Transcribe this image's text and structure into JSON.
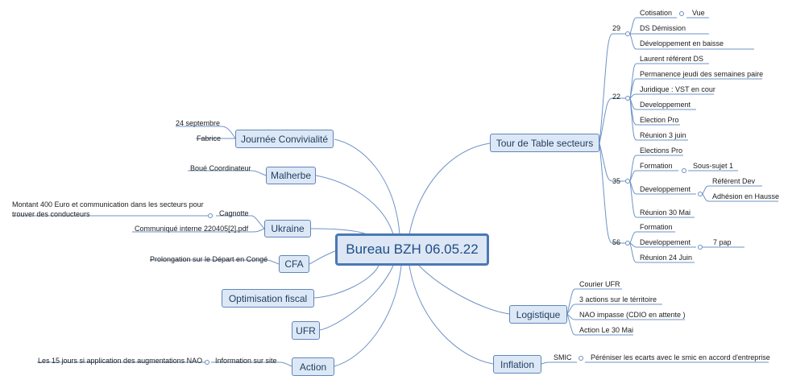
{
  "central": {
    "title": "Bureau BZH 06.05.22"
  },
  "left": {
    "journee": {
      "label": "Journée Convivialité",
      "items": [
        "24 septembre",
        "Fabrice"
      ]
    },
    "malherbe": {
      "label": "Malherbe",
      "items": [
        "Boué Coordinateur"
      ]
    },
    "ukraine": {
      "label": "Ukraine",
      "cagnotte": "Cagnotte",
      "cagnotte_detail": [
        "Montant 400 Euro et communication dans les secteurs pour",
        "trouver des conducteurs"
      ],
      "communique": "Communiqué interne 220405[2].pdf"
    },
    "cfa": {
      "label": "CFA",
      "items": [
        "Prolongation sur le Départ en Congé"
      ]
    },
    "optimisation": {
      "label": "Optimisation fiscal"
    },
    "ufr": {
      "label": "UFR"
    },
    "action": {
      "label": "Action",
      "info": "Information sur site",
      "detail": "Les 15 jours si application des augmentations NAO"
    }
  },
  "right": {
    "tour": {
      "label": "Tour de Table secteurs",
      "s29": {
        "num": "29",
        "cotisation": "Cotisation",
        "vue": "Vue",
        "ds": "DS Démission",
        "dev": "Développement en baisse"
      },
      "s22": {
        "num": "22",
        "items": [
          "Laurent référent DS",
          "Permanence jeudi des semaines paire",
          "Juridique : VST  en cour",
          "Developpement",
          "Election Pro",
          "Réunion  3 juin"
        ]
      },
      "s35": {
        "num": "35",
        "elections": "Elections Pro",
        "formation": "Formation",
        "sous_sujet": "Sous-sujet  1",
        "developpement": "Developpement",
        "referent": "Référent Dev",
        "adhesion": "Adhésion en Hausse",
        "reunion": "Réunion 30 Mai"
      },
      "s56": {
        "num": "56",
        "formation": "Formation",
        "developpement": "Developpement",
        "pap": "7 pap",
        "reunion": "Réunion 24 Juin"
      }
    },
    "logistique": {
      "label": "Logistique",
      "items": [
        "Courier UFR",
        "3 actions sur le térritoire",
        "NAO impasse (CDIO en attente )",
        "Action Le 30 Mai"
      ]
    },
    "inflation": {
      "label": "Inflation",
      "smic": "SMIC",
      "detail": "Péréniser les ecarts avec le smic en accord d'entreprise"
    }
  }
}
